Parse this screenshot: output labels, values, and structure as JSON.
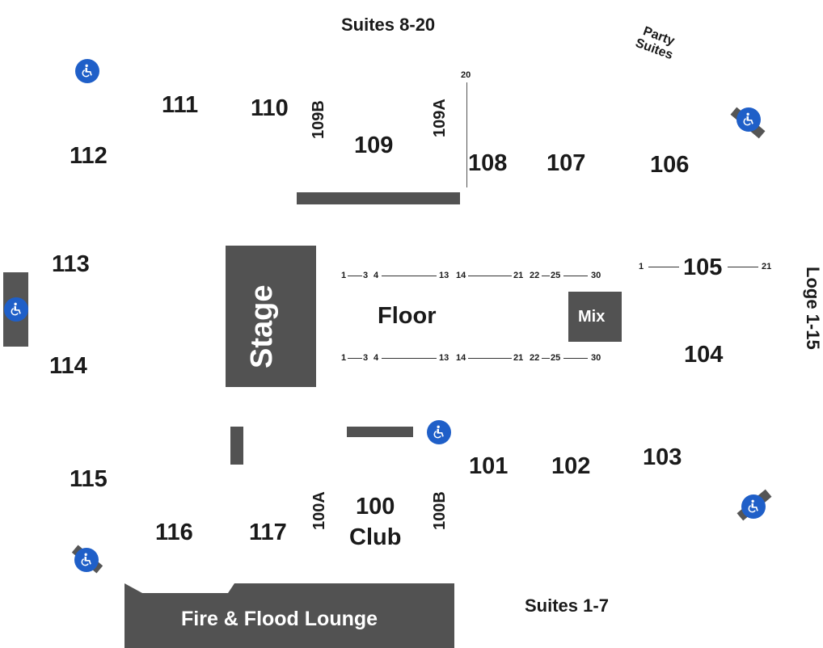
{
  "sections": {
    "s111": "111",
    "s110": "110",
    "s109": "109",
    "s109a": "109A",
    "s109b": "109B",
    "s108": "108",
    "s107": "107",
    "s106": "106",
    "s112": "112",
    "s113": "113",
    "s114": "114",
    "s115": "115",
    "s116": "116",
    "s117": "117",
    "s105": "105",
    "s104": "104",
    "s103": "103",
    "s102": "102",
    "s101": "101",
    "s100": "100",
    "s100club": "Club",
    "s100a": "100A",
    "s100b": "100B"
  },
  "areas": {
    "suites_top": "Suites 8-20",
    "party_suites_1": "Party",
    "party_suites_2": "Suites",
    "suites_bottom": "Suites 1-7",
    "loge": "Loge 1-15",
    "floor": "Floor",
    "stage": "Stage",
    "mix": "Mix",
    "lounge": "Fire & Flood Lounge"
  },
  "row_markers": {
    "suite20": "20",
    "r105_start": "1",
    "r105_end": "21",
    "floor_1": "1",
    "floor_3": "3",
    "floor_4": "4",
    "floor_13": "13",
    "floor_14": "14",
    "floor_21": "21",
    "floor_22": "22",
    "floor_25": "25",
    "floor_30": "30"
  },
  "colors": {
    "block": "#525252",
    "accessible": "#1f5fc8"
  },
  "icons": {
    "accessible": "wheelchair-icon"
  }
}
